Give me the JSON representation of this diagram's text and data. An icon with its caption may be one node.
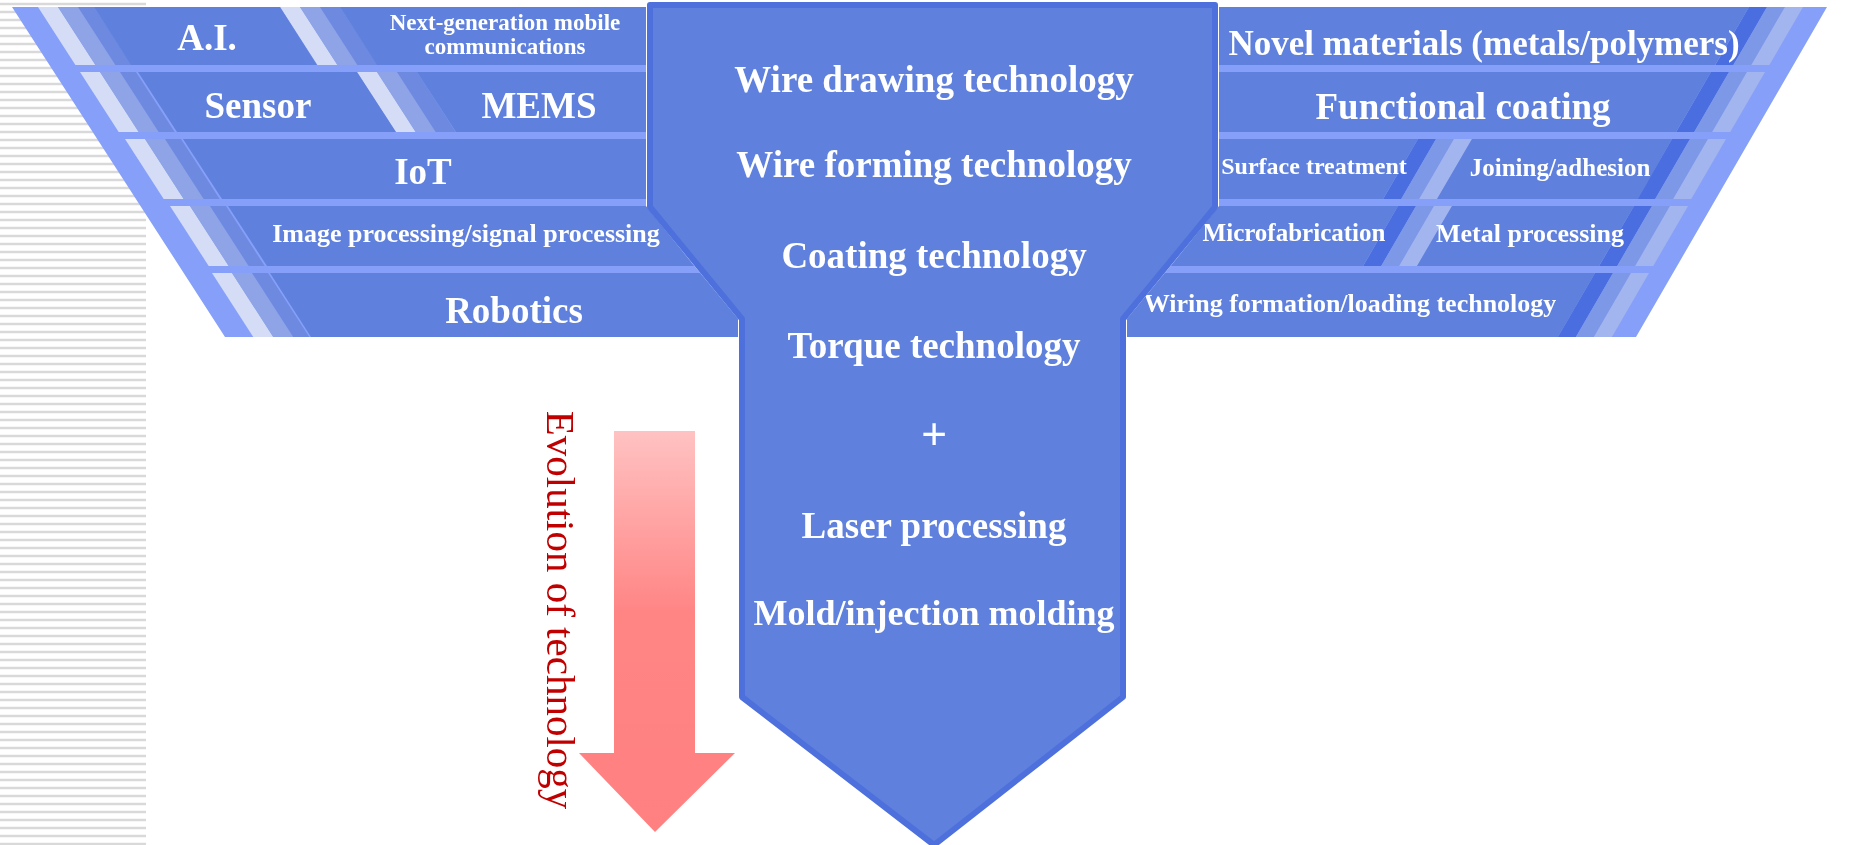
{
  "diagram": {
    "nodes": [
      {
        "text": [
          "A.I."
        ]
      },
      {
        "text": [
          "Next-generation mobile communications"
        ]
      },
      {
        "text": [
          "Sensor"
        ]
      },
      {
        "text": [
          "MEMS"
        ]
      },
      {
        "text": [
          "IoT"
        ]
      },
      {
        "text": [
          "Image processing/signal processing"
        ]
      },
      {
        "text": [
          "Robotics"
        ]
      },
      {
        "text": [
          "Wire drawing technology",
          "Wire forming technology",
          "Coating technology",
          "Torque technology",
          "+",
          "Laser processing",
          "Mold/injection molding"
        ]
      },
      {
        "text": [
          "Novel materials (metals/polymers)"
        ]
      },
      {
        "text": [
          "Functional coating"
        ]
      },
      {
        "text": [
          "Surface treatment"
        ]
      },
      {
        "text": [
          "Joining/adhesion"
        ]
      },
      {
        "text": [
          "Microfabrication"
        ]
      },
      {
        "text": [
          "Metal processing"
        ]
      },
      {
        "text": [
          "Wiring formation/loading technology"
        ]
      }
    ],
    "labels": [
      "Evolution of technology"
    ]
  }
}
